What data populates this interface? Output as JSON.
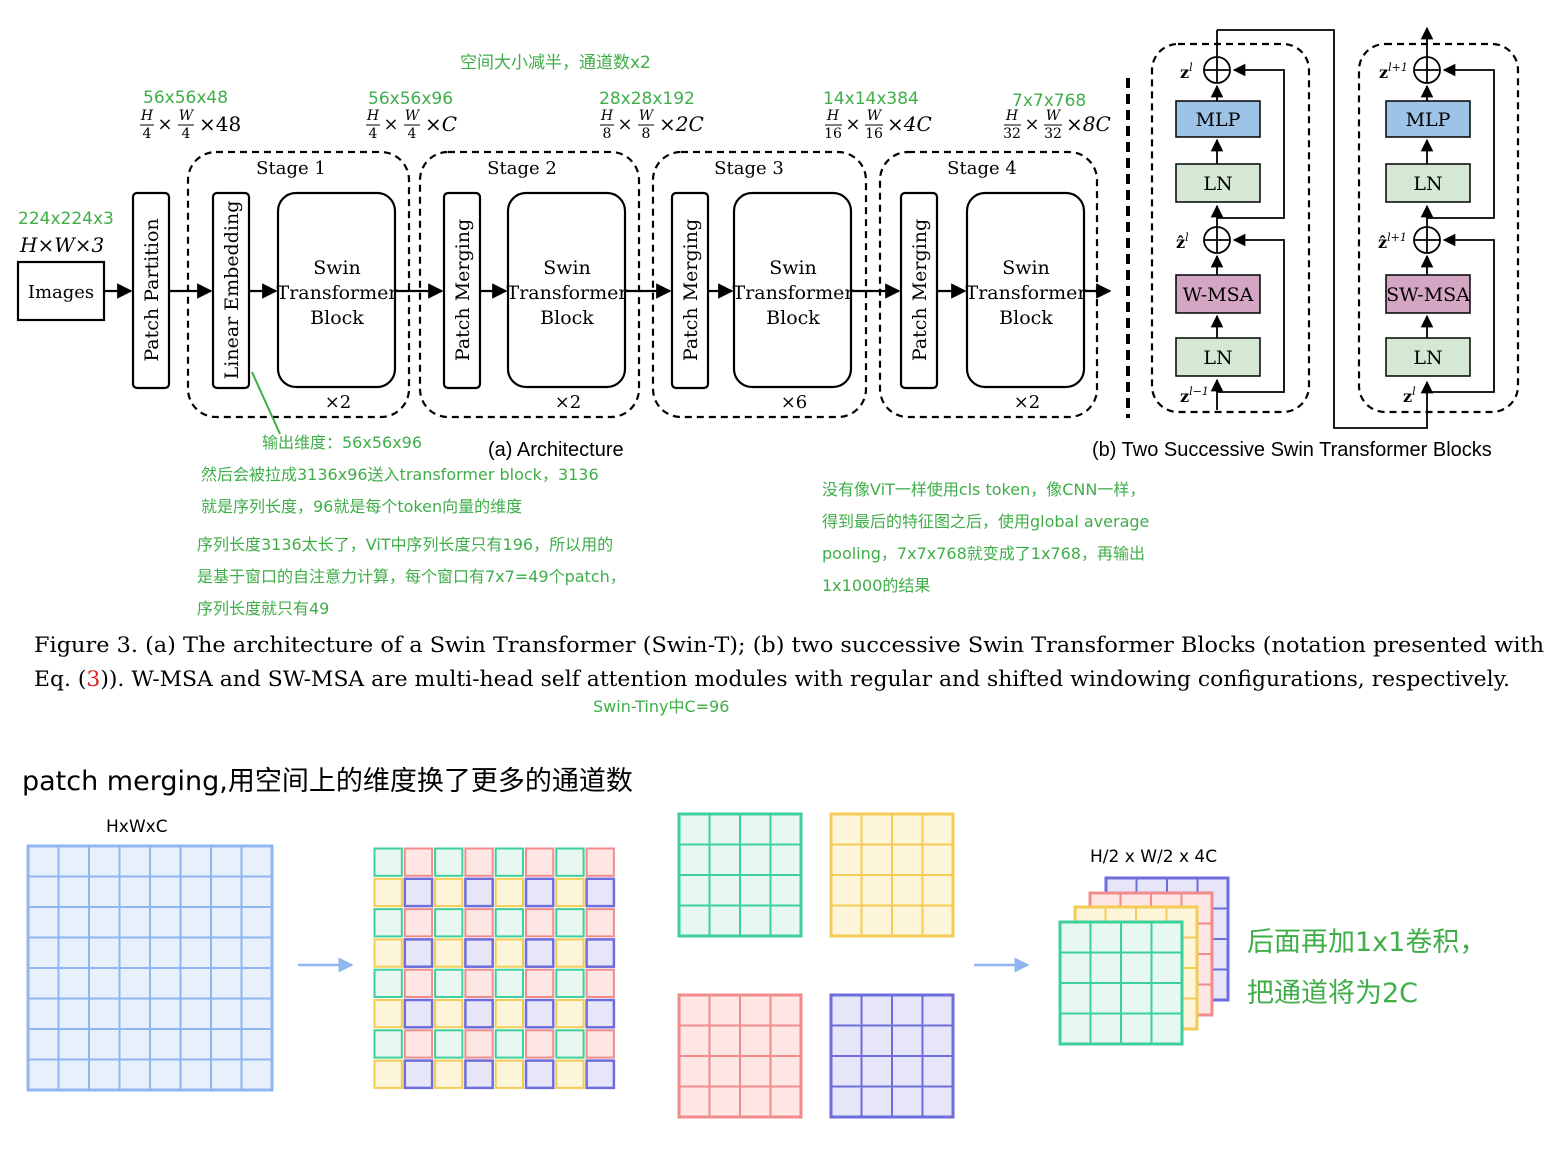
{
  "colors": {
    "annotation_green": "#3fae49",
    "ref_red": "#e02020",
    "mlp_fill": "#9dc3e6",
    "ln_fill": "#d5e8d4",
    "msa_fill": "#d5a6c4",
    "grid_blue": "#8fb6f0",
    "grid_blue_fill": "#e8f0fc",
    "grid_teal": "#3dcf9c",
    "grid_teal_fill": "#e6f8f0",
    "grid_yellow": "#f3cc55",
    "grid_yellow_fill": "#fdf5d9",
    "grid_red": "#f08c8c",
    "grid_red_fill": "#fde6e3",
    "grid_purple": "#6d6ddc",
    "grid_purple_fill": "#e6e6f8"
  },
  "architecture": {
    "input_label": "Images",
    "input_dims_green": "224x224x3",
    "input_dims": "H×W×3",
    "patch_partition": "Patch Partition",
    "linear_embedding": "Linear Embedding",
    "patch_merging": "Patch Merging",
    "swin_block_lines": [
      "Swin",
      "Transformer",
      "Block"
    ],
    "stages": [
      {
        "title": "Stage 1",
        "repeat": "×2",
        "dims_green": "56x56x48"
      },
      {
        "title": "Stage 2",
        "repeat": "×2",
        "dims_green": "56x56x96"
      },
      {
        "title": "Stage 3",
        "repeat": "×6",
        "dims_green": "28x28x192"
      },
      {
        "title": "Stage 4",
        "repeat": "×2",
        "dims_green": "14x14x384"
      }
    ],
    "extra_dims_green": "7x7x768",
    "dims_formula": [
      {
        "h": "H",
        "hd": "4",
        "w": "W",
        "wd": "4",
        "c": "×48"
      },
      {
        "h": "H",
        "hd": "4",
        "w": "W",
        "wd": "4",
        "c": "×C"
      },
      {
        "h": "H",
        "hd": "8",
        "w": "W",
        "wd": "8",
        "c": "×2C"
      },
      {
        "h": "H",
        "hd": "16",
        "w": "W",
        "wd": "16",
        "c": "×4C"
      },
      {
        "h": "H",
        "hd": "32",
        "w": "W",
        "wd": "32",
        "c": "×8C"
      }
    ],
    "times": "×",
    "spatial_note": "空间大小减半，通道数x2",
    "caption_a": "(a) Architecture"
  },
  "blocks": {
    "mlp": "MLP",
    "ln": "LN",
    "wmsa": "W-MSA",
    "swmsa": "SW-MSA",
    "left_labels": {
      "top": "z",
      "top_sup": "l",
      "mid": "ẑ",
      "mid_sup": "l",
      "bot": "z",
      "bot_sup": "l−1"
    },
    "right_labels": {
      "top": "z",
      "top_sup": "l+1",
      "mid": "ẑ",
      "mid_sup": "l+1",
      "bot": "z",
      "bot_sup": "l"
    },
    "caption_b": "(b) Two Successive Swin Transformer Blocks"
  },
  "notes": {
    "embed_dim": "输出维度：56x56x96",
    "flatten_1": "然后会被拉成3136x96送入transformer block，3136",
    "flatten_2": "就是序列长度，96就是每个token向量的维度",
    "window_1": "序列长度3136太长了，ViT中序列长度只有196，所以用的",
    "window_2": "是基于窗口的自注意力计算，每个窗口有7x7=49个patch，",
    "window_3": "序列长度就只有49",
    "pool_1": "没有像ViT一样使用cls token，像CNN一样，",
    "pool_2": "得到最后的特征图之后，使用global average",
    "pool_3": "pooling，7x7x768就变成了1x768，再输出",
    "pool_4": "1x1000的结果",
    "swin_tiny": "Swin-Tiny中C=96"
  },
  "figure_caption": {
    "line1": "Figure 3. (a) The architecture of a Swin Transformer (Swin-T); (b) two successive Swin Transformer Blocks (notation presented with",
    "line2_a": "Eq. (",
    "line2_ref": "3",
    "line2_b": ")). W-MSA and SW-MSA are multi-head self attention modules with regular and shifted windowing configurations, respectively."
  },
  "merging": {
    "heading": "patch merging,用空间上的维度换了更多的通道数",
    "input_label": "HxWxC",
    "output_label": "H/2 x W/2 x 4C",
    "note_1": "后面再加1x1卷积，",
    "note_2": "把通道将为2C"
  }
}
